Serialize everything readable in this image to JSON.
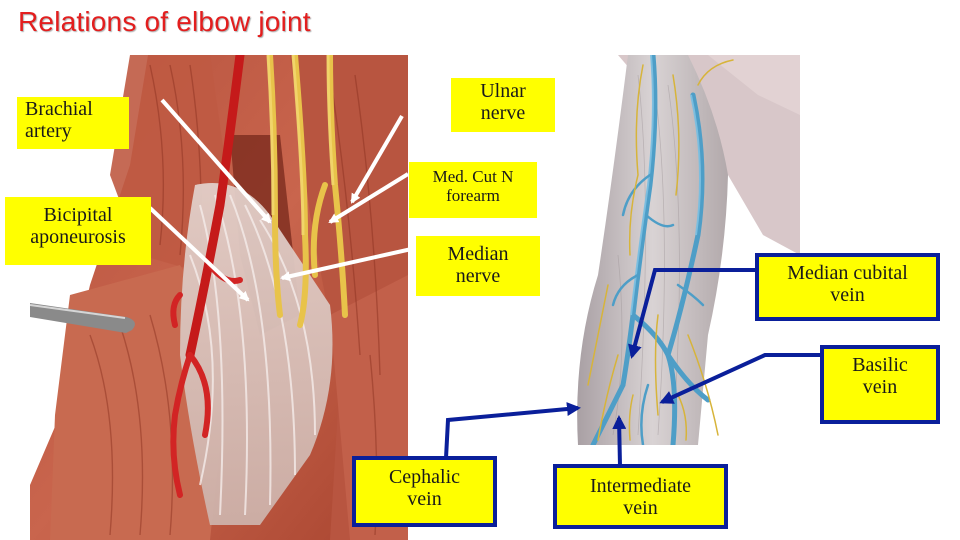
{
  "slide": {
    "title": "Relations of elbow joint"
  },
  "labels": {
    "brachial_artery": "Brachial\n artery",
    "bicipital_aponeurosis": "Bicipital\naponeurosis",
    "ulnar_nerve": "Ulnar\n nerve",
    "med_cut_n_forearm": "Med. Cut N\nforearm",
    "median_nerve": "Median\nnerve",
    "median_cubital_vein": "Median cubital\nvein",
    "basilic_vein": "Basilic\nvein",
    "cephalic_vein": "Cephalic\nvein",
    "intermediate_vein": "Intermediate\nvein"
  },
  "colors": {
    "title": "#e31e1e",
    "label_background": "#ffff00",
    "box_border": "#0a1f9a",
    "left_arrows": "#ffffff",
    "right_arrows": "#0a1f9a"
  }
}
